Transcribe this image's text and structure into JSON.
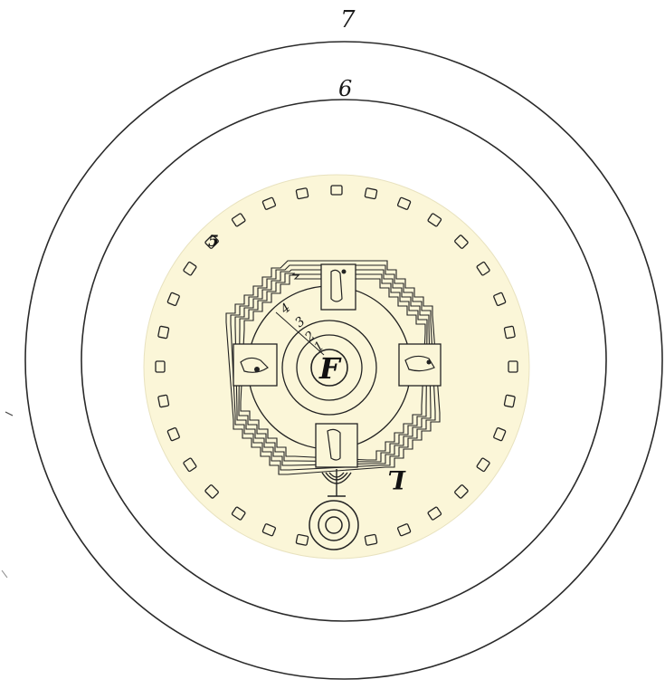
{
  "diagram": {
    "outer_ring_label": "7",
    "middle_ring_label": "6",
    "ring_labels_small": [
      "1",
      "2",
      "3",
      "4"
    ],
    "arc_label": "5",
    "center_label": "F",
    "corner_label": "L",
    "paper_color": "#fbf6d8",
    "ink_color": "#222222"
  }
}
